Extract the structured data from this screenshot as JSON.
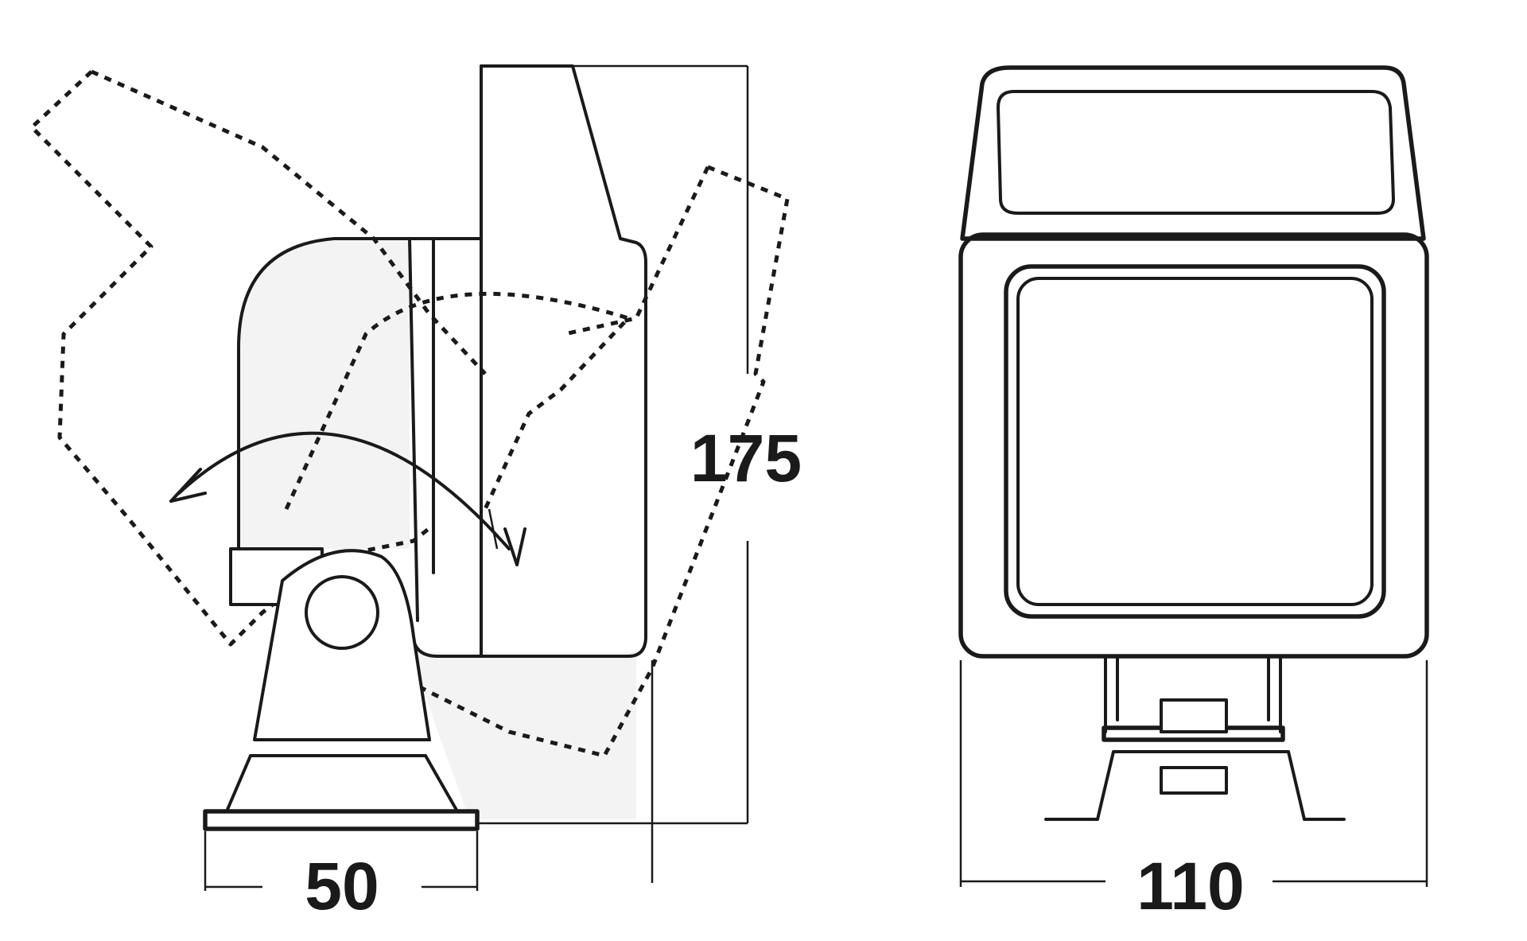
{
  "dimensions": {
    "base_width": "50",
    "height": "175",
    "front_width": "110"
  },
  "views": [
    {
      "name": "side-view"
    },
    {
      "name": "front-view"
    }
  ]
}
